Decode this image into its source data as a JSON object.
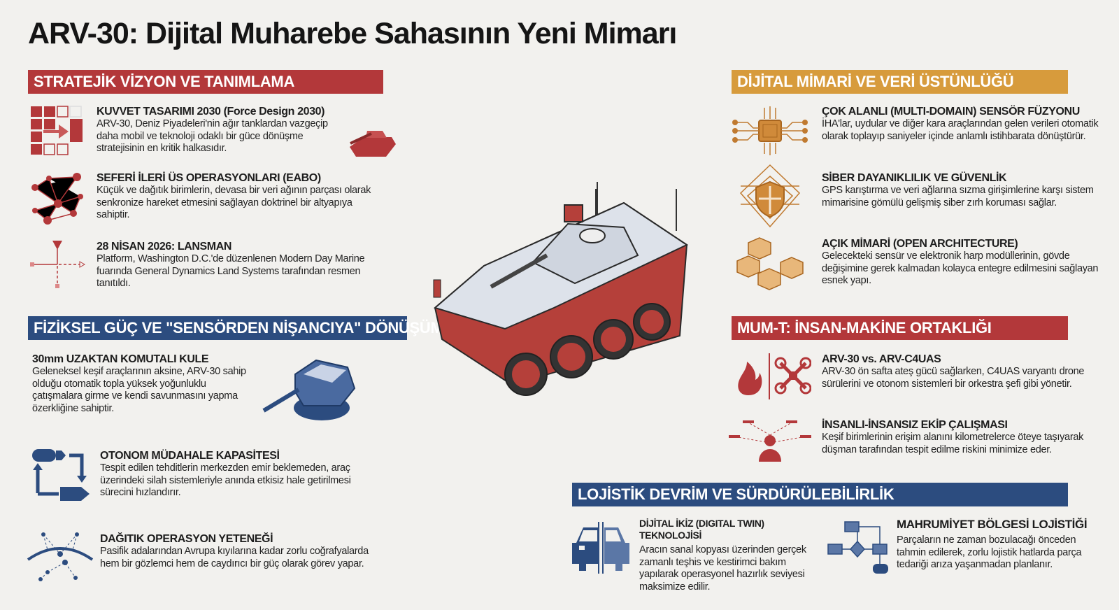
{
  "title": "ARV-30: Dijital Muharebe Sahasının Yeni Mimarı",
  "colors": {
    "red": "#b3383a",
    "gold": "#d79b3c",
    "navy": "#2c4c7f",
    "background": "#f2f1ee"
  },
  "sections": {
    "strategic": {
      "header": "STRATEJİK VİZYON VE TANIMLAMA",
      "items": [
        {
          "icon": "grid-transformation-icon",
          "title": "KUVVET TASARIMI 2030 (Force Design 2030)",
          "body": "ARV-30, Deniz Piyadeleri'nin ağır tanklardan vazgeçip daha mobil ve teknoloji odaklı bir güce dönüşme stratejisinin en kritik halkasıdır."
        },
        {
          "icon": "network-nodes-icon",
          "title": "SEFERİ İLERİ ÜS OPERASYONLARI (EABO)",
          "body": "Küçük ve dağıtık birimlerin, devasa bir veri ağının parçası olarak senkronize hareket etmesini sağlayan doktrinel bir altyapıya sahiptir."
        },
        {
          "icon": "launch-crosshair-icon",
          "title": "28 NİSAN 2026: LANSMAN",
          "body": "Platform, Washington D.C.'de düzenlenen Modern Day Marine fuarında General Dynamics Land Systems tarafından resmen tanıtıldı."
        }
      ]
    },
    "physical": {
      "header": "FİZİKSEL GÜÇ VE \"SENSÖRDEN NİŞANCIYA\" DÖNÜŞÜM",
      "items": [
        {
          "icon": "turret-icon",
          "title": "30mm UZAKTAN KOMUTALI KULE",
          "body": "Geleneksel keşif araçlarının aksine, ARV-30 sahip olduğu otomatik topla yüksek yoğunluklu çatışmalara girme ve kendi savunmasını yapma özerkliğine sahiptir."
        },
        {
          "icon": "loop-arrows-icon",
          "title": "OTONOM MÜDAHALE KAPASİTESİ",
          "body": "Tespit edilen tehditlerin merkezden emir beklemeden, araç üzerindeki silah sistemleriyle anında etkisiz hale getirilmesi sürecini hızlandırır."
        },
        {
          "icon": "distributed-globe-icon",
          "title": "DAĞITIK OPERASYON YETENEĞİ",
          "body": "Pasifik adalarından Avrupa kıyılarına kadar zorlu coğrafyalarda hem bir gözlemci hem de caydırıcı bir güç olarak görev yapar."
        }
      ]
    },
    "digital": {
      "header": "DİJİTAL MİMARİ VE VERİ ÜSTÜNLÜĞÜ",
      "items": [
        {
          "icon": "chip-icon",
          "title": "ÇOK ALANLI (MULTI-DOMAIN) SENSÖR FÜZYONU",
          "body": "İHA'lar, uydular ve diğer kara araçlarından gelen verileri otomatik olarak toplayıp saniyeler içinde anlamlı istihbarata dönüştürür."
        },
        {
          "icon": "shield-icon",
          "title": "SİBER DAYANIKLILIK VE GÜVENLİK",
          "body": "GPS karıştırma ve veri ağlarına sızma girişimlerine karşı sistem mimarisine gömülü gelişmiş siber zırh koruması sağlar."
        },
        {
          "icon": "cubes-icon",
          "title": "AÇIK MİMARİ (OPEN ARCHITECTURE)",
          "body": "Gelecekteki sensür ve elektronik harp modüllerinin, gövde değişimine gerek kalmadan kolayca entegre edilmesini sağlayan esnek yapı."
        }
      ]
    },
    "mumt": {
      "header": "MUM-T: İNSAN-MAKİNE ORTAKLIĞI",
      "items": [
        {
          "icon": "fire-drone-icon",
          "title": "ARV-30 vs. ARV-C4UAS",
          "body": "ARV-30 ön safta ateş gücü sağlarken, C4UAS varyantı drone sürülerini ve otonom sistemleri bir orkestra şefi gibi yönetir."
        },
        {
          "icon": "operator-drones-icon",
          "title": "İNSANLI-İNSANSIZ EKİP ÇALIŞMASI",
          "body": "Keşif birimlerinin erişim alanını kilometrelerce öteye taşıyarak düşman tarafından tespit edilme riskini minimize eder."
        }
      ]
    },
    "logistics": {
      "header": "LOJİSTİK DEVRİM VE SÜRDÜRÜLEBİLİRLİK",
      "items": [
        {
          "icon": "digital-twin-car-icon",
          "title": "DİJİTAL İKİZ (DIGITAL TWIN) TEKNOLOJİSİ",
          "body": "Aracın sanal kopyası üzerinden gerçek zamanlı teşhis ve kestirimci bakım yapılarak operasyonel hazırlık seviyesi maksimize edilir."
        },
        {
          "icon": "flowchart-icon",
          "title": "MAHRUMİYET BÖLGESİ LOJİSTİĞİ",
          "body": "Parçaların ne zaman bozulacağı önceden tahmin edilerek, zorlu lojistik hatlarda parça tedariği arıza yaşanmadan planlanır."
        }
      ]
    }
  }
}
